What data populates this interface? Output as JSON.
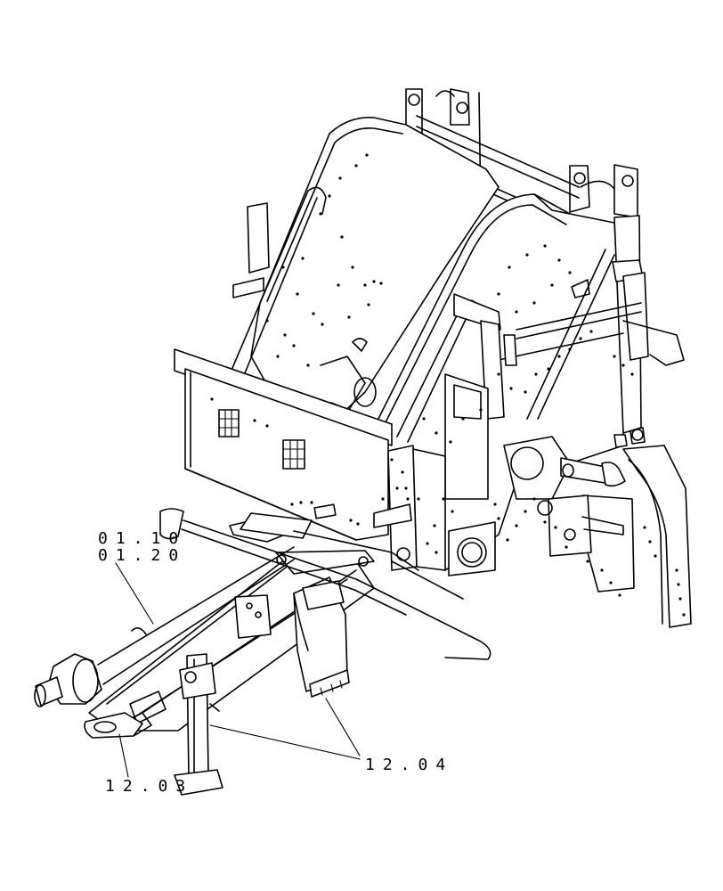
{
  "figure": {
    "callouts": [
      {
        "id": "c1",
        "label": "01.10"
      },
      {
        "id": "c2",
        "label": "01.20"
      },
      {
        "id": "c3",
        "label": "12.04"
      },
      {
        "id": "c4",
        "label": "12.03"
      }
    ]
  }
}
